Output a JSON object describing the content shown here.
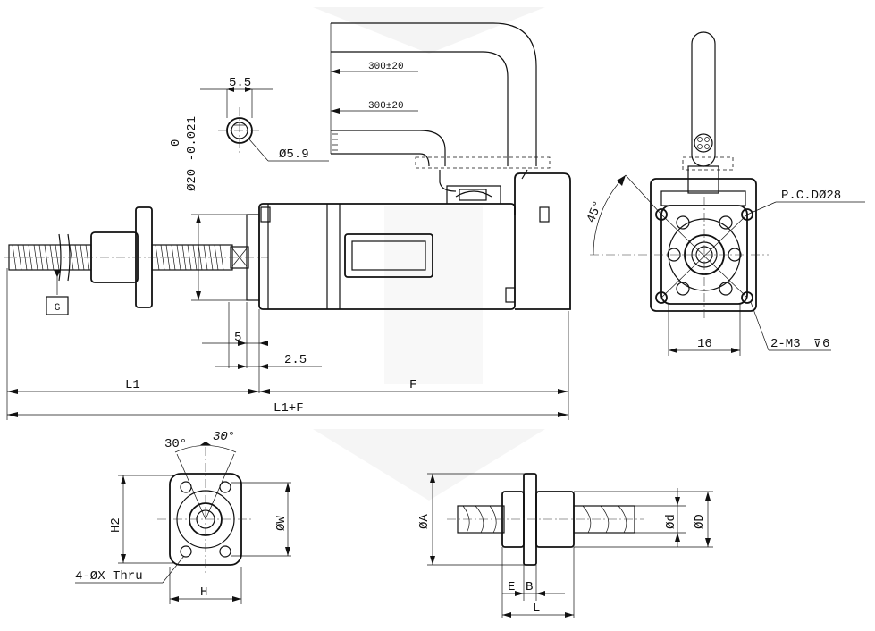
{
  "labels": {
    "cable_len_1": "300±20",
    "cable_len_2": "300±20",
    "shaft_flat": "5.5",
    "flat_dia": "Ø5.9",
    "tol_upper": "0",
    "tol_lower": "Ø20 -0.021",
    "dim_5": "5",
    "dim_2_5": "2.5",
    "L1": "L1",
    "F": "F",
    "L1F": "L1+F",
    "G": "G",
    "angle_45": "45°",
    "pcd": "P.C.DØ28",
    "dim_16": "16",
    "tap": "2-M3",
    "tap_depth": "6",
    "angle_30a": "30°",
    "angle_30b": "30°",
    "H2": "H2",
    "W": "ØW",
    "holes": "4-ØX Thru",
    "H": "H",
    "A": "ØA",
    "d": "Ød",
    "D": "ØD",
    "E": "E",
    "B": "B",
    "L": "L"
  }
}
